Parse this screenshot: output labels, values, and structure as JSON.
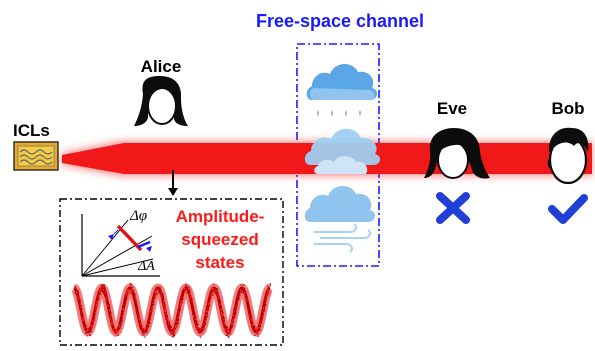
{
  "labels": {
    "source": "ICLs",
    "alice": "Alice",
    "eve": "Eve",
    "bob": "Bob",
    "channel": "Free-space channel",
    "inset_title_line1": "Amplitude-",
    "inset_title_line2": "squeezed",
    "inset_title_line3": "states",
    "delta_phi": "Δφ",
    "delta_a": "ΔA"
  },
  "colors": {
    "beam": "#ff1a1a",
    "channel_border": "#1a1aff",
    "channel_title": "#1a1aff",
    "inset_title": "#ff1a1a",
    "cross": "#1f3fd6",
    "check": "#1f3fd6",
    "cloud_light": "#8fc4ef",
    "cloud_dark": "#5aa6e6",
    "source_body": "#f2c230"
  },
  "icons": {
    "source": "laser-chip-icon",
    "alice": "woman-head-icon",
    "eve": "eavesdropper-head-icon",
    "bob": "man-head-icon",
    "eve_status": "cross-icon",
    "bob_status": "check-icon",
    "weather": [
      "rain-cloud-icon",
      "fog-cloud-icon",
      "wind-cloud-icon"
    ]
  }
}
